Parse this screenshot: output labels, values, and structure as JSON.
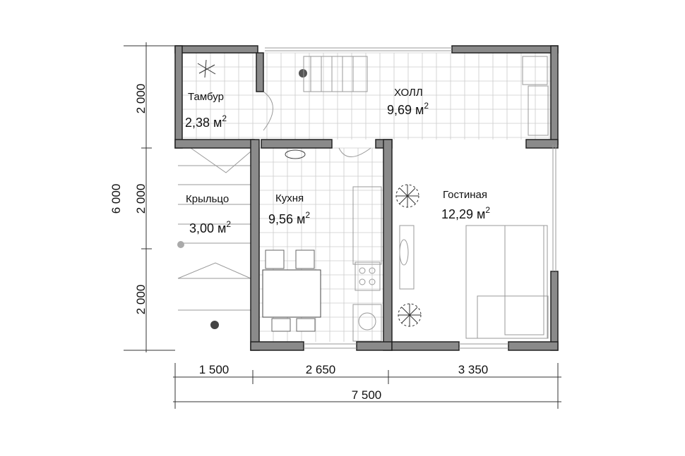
{
  "plan": {
    "rooms": [
      {
        "name": "Тамбур",
        "area": "2,38 м",
        "sup": "2"
      },
      {
        "name": "ХОЛЛ",
        "area": "9,69 м",
        "sup": "2"
      },
      {
        "name": "Крыльцо",
        "area": "3,00 м",
        "sup": "2"
      },
      {
        "name": "Кухня",
        "area": "9,56 м",
        "sup": "2"
      },
      {
        "name": "Гостиная",
        "area": "12,29 м",
        "sup": "2"
      }
    ],
    "dimensions": {
      "left": [
        "2 000",
        "2 000",
        "2 000"
      ],
      "left_total": "6 000",
      "bottom": [
        "1 500",
        "2 650",
        "3 350"
      ],
      "bottom_total": "7 500"
    }
  }
}
